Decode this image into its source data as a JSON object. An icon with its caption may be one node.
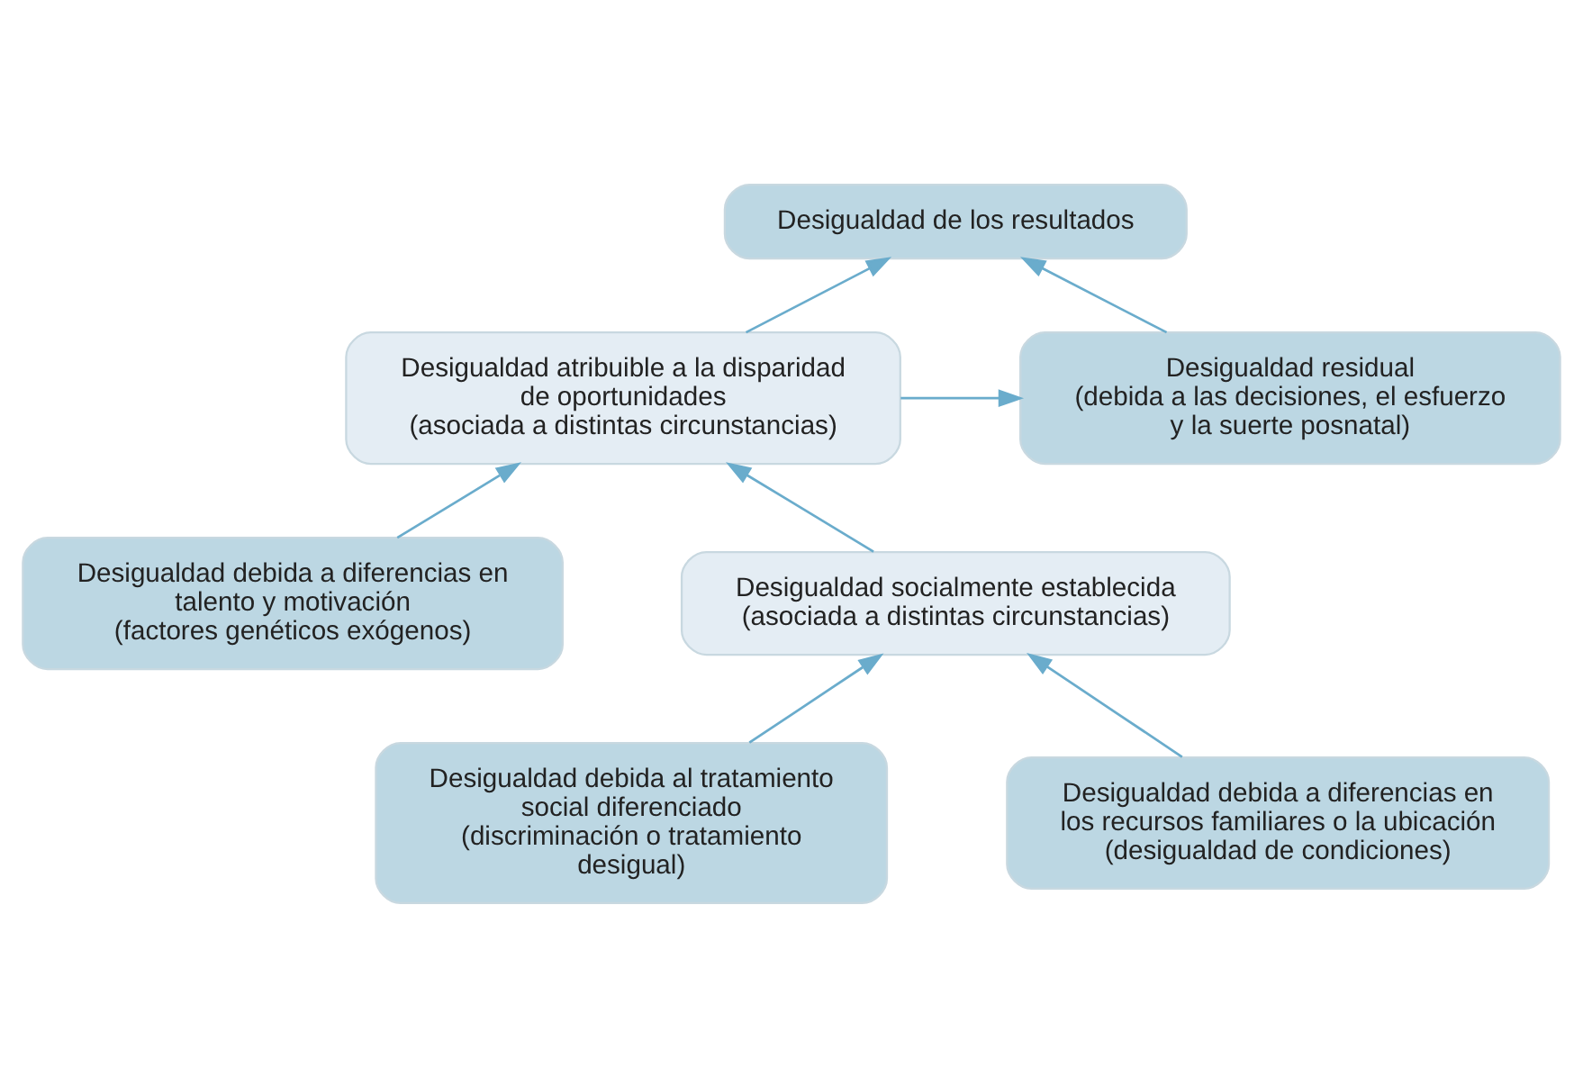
{
  "diagram": {
    "nodes": [
      {
        "text": [
          "Desigualdad de los resultados"
        ]
      },
      {
        "text": [
          "Desigualdad residual",
          "(debida a las decisiones, el esfuerzo y la suerte posnatal)"
        ]
      },
      {
        "text": [
          "Desigualdad atribuible a la disparidad de oportunidades",
          "(asociada a distintas circunstancias)"
        ]
      },
      {
        "text": [
          "Desigualdad debida a diferencias en talento y motivación",
          "(factores genéticos exógenos)"
        ]
      },
      {
        "text": [
          "Desigualdad socialmente establecida",
          "(asociada a distintas circunstancias)"
        ]
      },
      {
        "text": [
          "Desigualdad debida al tratamiento social diferenciado",
          "(discriminación o tratamiento desigual)"
        ]
      },
      {
        "text": [
          "Desigualdad debida a diferencias en los recursos familiares o la ubicación",
          "(desigualdad de condiciones)"
        ]
      }
    ],
    "edges": [
      {
        "from": 1,
        "to": 0,
        "arrow": "to"
      },
      {
        "from": 2,
        "to": 0,
        "arrow": "to"
      },
      {
        "from": 2,
        "to": 1,
        "arrow": "to"
      },
      {
        "from": 3,
        "to": 2,
        "arrow": "to"
      },
      {
        "from": 5,
        "to": 4,
        "arrow": "to"
      },
      {
        "from": 6,
        "to": 4,
        "arrow": "to"
      },
      {
        "from": 4,
        "to": 2,
        "arrow": "to"
      }
    ]
  }
}
